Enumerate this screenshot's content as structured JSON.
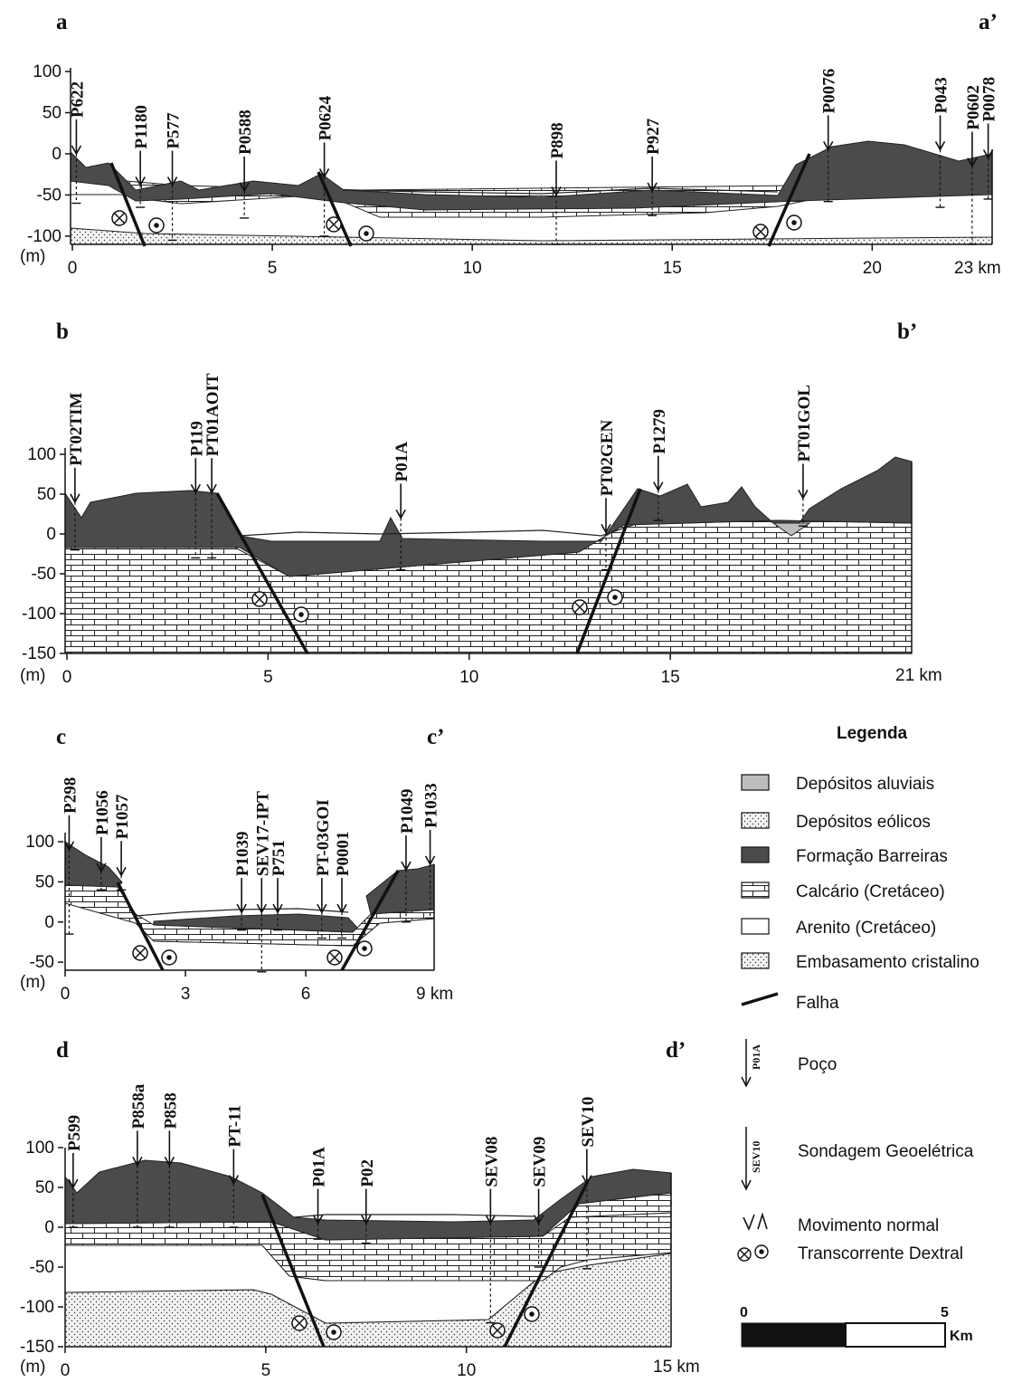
{
  "sections": [
    {
      "id": "a",
      "label": "a",
      "label_end": "a’",
      "km_max": 23,
      "y_min": -110,
      "y_max": 100,
      "y_ticks": [
        100,
        50,
        0,
        -50,
        -100
      ],
      "x_ticks": [
        0,
        5,
        10,
        15,
        20
      ],
      "x_end_label": "23 km",
      "unit_label": "(m)",
      "wells": [
        {
          "name": "P622",
          "km": 0.1,
          "top": 0,
          "base": -60
        },
        {
          "name": "P1180",
          "km": 1.7,
          "top": -38,
          "base": -65
        },
        {
          "name": "P577",
          "km": 2.5,
          "top": -38,
          "base": -105
        },
        {
          "name": "P0588",
          "km": 4.3,
          "top": -45,
          "base": -78
        },
        {
          "name": "P0624",
          "km": 6.3,
          "top": -28,
          "base": -100
        },
        {
          "name": "P898",
          "km": 12.1,
          "top": -50,
          "base": -110
        },
        {
          "name": "P927",
          "km": 14.5,
          "top": -45,
          "base": -75
        },
        {
          "name": "P0076",
          "km": 18.9,
          "top": 5,
          "base": -58
        },
        {
          "name": "P043",
          "km": 21.7,
          "top": 5,
          "base": -65
        },
        {
          "name": "P0602",
          "km": 22.5,
          "top": -15,
          "base": -110
        },
        {
          "name": "P0078",
          "km": 22.9,
          "top": -5,
          "base": -55
        }
      ]
    },
    {
      "id": "b",
      "label": "b",
      "label_end": "b’",
      "km_max": 21,
      "y_min": -150,
      "y_max": 100,
      "y_ticks": [
        100,
        50,
        0,
        -50,
        -100,
        -150
      ],
      "x_ticks": [
        0,
        5,
        10,
        15
      ],
      "x_end_label": "21 km",
      "unit_label": "(m)",
      "wells": [
        {
          "name": "PT02TIM",
          "km": 0.2,
          "top": 40,
          "base": -20
        },
        {
          "name": "P119",
          "km": 3.2,
          "top": 52,
          "base": -30
        },
        {
          "name": "PT01AOIT",
          "km": 3.6,
          "top": 52,
          "base": -30
        },
        {
          "name": "P01A",
          "km": 8.3,
          "top": 20,
          "base": -45
        },
        {
          "name": "PT02GEN",
          "km": 13.4,
          "top": 2,
          "base": -45
        },
        {
          "name": "P1279",
          "km": 14.7,
          "top": 55,
          "base": 17
        },
        {
          "name": "PT01GOL",
          "km": 18.3,
          "top": 45,
          "base": 10
        }
      ]
    },
    {
      "id": "c",
      "label": "c",
      "label_end": "c’",
      "km_max": 9.2,
      "y_min": -60,
      "y_max": 100,
      "y_ticks": [
        100,
        50,
        0,
        -50
      ],
      "x_ticks": [
        0,
        3,
        6
      ],
      "x_end_label": "9 km",
      "unit_label": "(m)",
      "wells": [
        {
          "name": "P298",
          "km": 0.1,
          "top": 90,
          "base": -15
        },
        {
          "name": "P1056",
          "km": 0.9,
          "top": 63,
          "base": 40
        },
        {
          "name": "P1057",
          "km": 1.4,
          "top": 58,
          "base": 40
        },
        {
          "name": "P1039",
          "km": 4.4,
          "top": 12,
          "base": -10
        },
        {
          "name": "SEV17-IPT",
          "km": 4.9,
          "top": 12,
          "base": -62
        },
        {
          "name": "P751",
          "km": 5.3,
          "top": 12,
          "base": -10
        },
        {
          "name": "PT-03GOI",
          "km": 6.4,
          "top": 12,
          "base": -20
        },
        {
          "name": "P0001",
          "km": 6.9,
          "top": 12,
          "base": -20
        },
        {
          "name": "P1049",
          "km": 8.5,
          "top": 65,
          "base": 0
        },
        {
          "name": "P1033",
          "km": 9.1,
          "top": 72,
          "base": 5
        }
      ]
    },
    {
      "id": "d",
      "label": "d",
      "label_end": "d’",
      "km_max": 15.1,
      "y_min": -150,
      "y_max": 100,
      "y_ticks": [
        100,
        50,
        0,
        -50,
        -100,
        -150
      ],
      "x_ticks": [
        0,
        5,
        10
      ],
      "x_end_label": "15 km",
      "unit_label": "(m)",
      "wells": [
        {
          "name": "P599",
          "km": 0.2,
          "top": 50,
          "base": 0
        },
        {
          "name": "P858a",
          "km": 1.8,
          "top": 78,
          "base": 0
        },
        {
          "name": "P858",
          "km": 2.6,
          "top": 78,
          "base": 0
        },
        {
          "name": "PT-11",
          "km": 4.2,
          "top": 55,
          "base": 0
        },
        {
          "name": "P01A",
          "km": 6.3,
          "top": 5,
          "base": -15
        },
        {
          "name": "P02",
          "km": 7.5,
          "top": 5,
          "base": -20
        },
        {
          "name": "SEV08",
          "km": 10.6,
          "top": 5,
          "base": -120
        },
        {
          "name": "SEV09",
          "km": 11.8,
          "top": 5,
          "base": -50
        },
        {
          "name": "SEV10",
          "km": 13.0,
          "top": 55,
          "base": -52
        }
      ]
    }
  ],
  "legend": {
    "title": "Legenda",
    "items": [
      {
        "key": "aluvial",
        "label": "Depósitos aluviais"
      },
      {
        "key": "eolico",
        "label": "Depósitos eólicos"
      },
      {
        "key": "barreiras",
        "label": "Formação Barreiras"
      },
      {
        "key": "calcario",
        "label": "Calcário (Cretáceo)"
      },
      {
        "key": "arenito",
        "label": "Arenito (Cretáceo)"
      },
      {
        "key": "embasamento",
        "label": "Embasamento cristalino"
      },
      {
        "key": "falha",
        "label": "Falha"
      },
      {
        "key": "poco",
        "label": "Poço",
        "symbol_text": "P01A"
      },
      {
        "key": "sev",
        "label": "Sondagem Geoelétrica",
        "symbol_text": "SEV10"
      },
      {
        "key": "normal",
        "label": "Movimento normal"
      },
      {
        "key": "dextral",
        "label": "Transcorrente Dextral"
      }
    ]
  },
  "scale_bar": {
    "start": "0",
    "end": "5",
    "unit": "Km"
  },
  "colors": {
    "barreiras": "#4b4b4b",
    "aluvial": "#bdbdbd",
    "line": "#111111"
  }
}
